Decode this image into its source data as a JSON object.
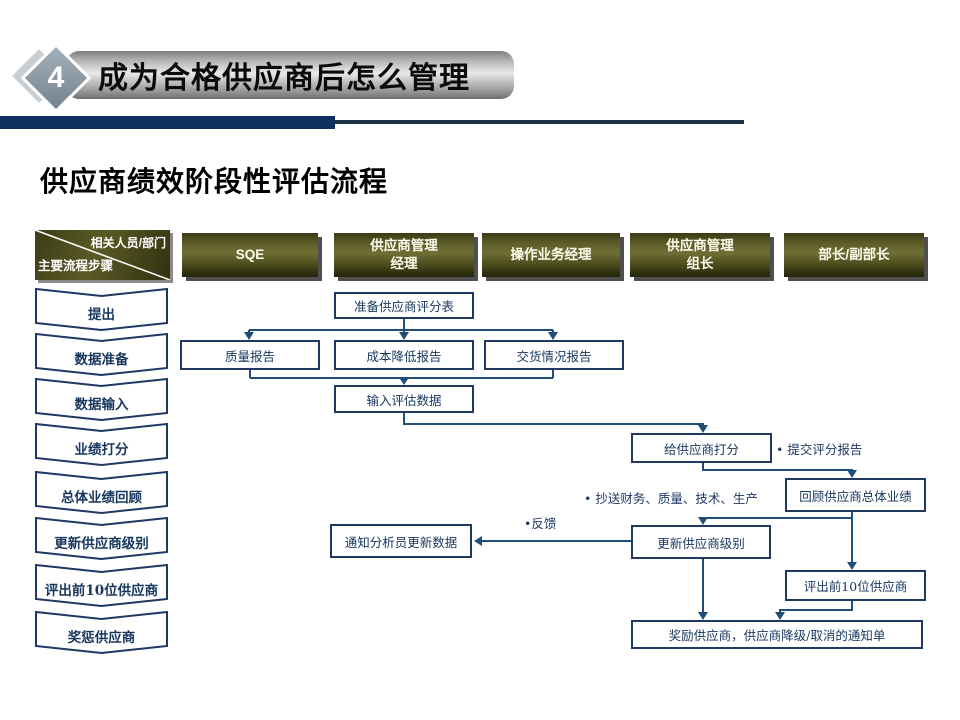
{
  "header": {
    "badge": "4",
    "title": "成为合格供应商后怎么管理",
    "section_title": "供应商绩效阶段性评估流程"
  },
  "matrix": {
    "top_right": "相关人员/部门",
    "bottom_left": "主要流程步骤"
  },
  "columns": [
    {
      "label": "SQE"
    },
    {
      "label": "供应商管理\n经理"
    },
    {
      "label": "操作业务经理"
    },
    {
      "label": "供应商管理\n组长"
    },
    {
      "label": "部长/副部长"
    }
  ],
  "steps": [
    {
      "label": "提出"
    },
    {
      "label": "数据准备"
    },
    {
      "label": "数据输入"
    },
    {
      "label": "业绩打分"
    },
    {
      "label": "总体业绩回顾"
    },
    {
      "label": "更新供应商级别"
    },
    {
      "label": "评出前10位供应商"
    },
    {
      "label": "奖惩供应商"
    }
  ],
  "flow": {
    "boxes": [
      {
        "label": "准备供应商评分表"
      },
      {
        "label": "质量报告"
      },
      {
        "label": "成本降低报告"
      },
      {
        "label": "交货情况报告"
      },
      {
        "label": "输入评估数据"
      },
      {
        "label": "给供应商打分"
      },
      {
        "label": "回顾供应商总体业绩"
      },
      {
        "label": "更新供应商级别"
      },
      {
        "label": "通知分析员更新数据"
      },
      {
        "label": "评出前10位供应商"
      },
      {
        "label": "奖励供应商，供应商降级/取消的通知单"
      }
    ],
    "annotations": [
      {
        "label": "• 提交评分报告"
      },
      {
        "label": "• 抄送财务、质量、技术、生产"
      },
      {
        "label": "•反馈"
      }
    ]
  },
  "colors": {
    "header_box_olive": "#55552a",
    "box_border_navy": "#1f3864",
    "box_text_navy": "#17365d",
    "connector_navy": "#1f4e79",
    "divider_bar": "#0e3061",
    "badge_diamond": "#8b98a3",
    "banner_silver": "#c9c9c9"
  }
}
